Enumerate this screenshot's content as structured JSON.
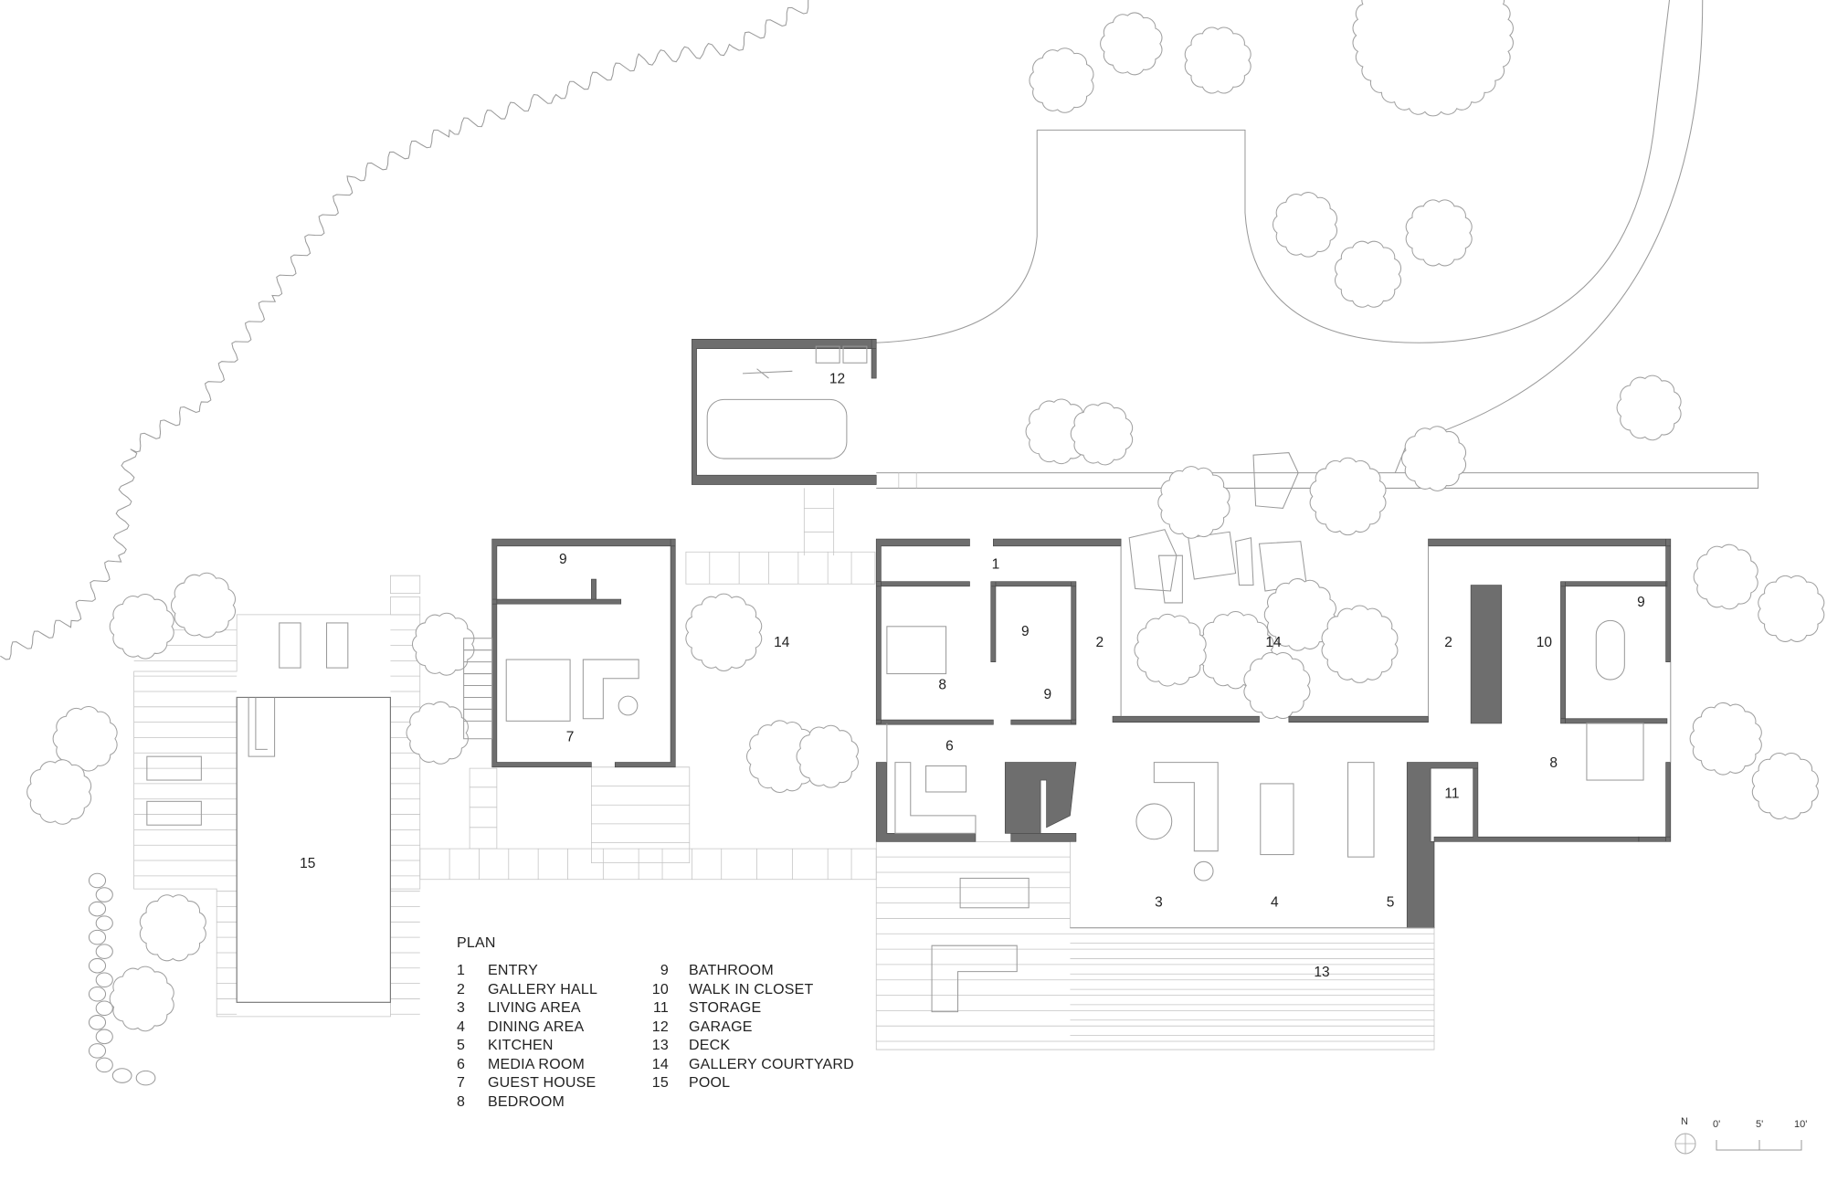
{
  "legend": {
    "title": "PLAN",
    "items": [
      {
        "num": "1",
        "label": "ENTRY"
      },
      {
        "num": "2",
        "label": "GALLERY HALL"
      },
      {
        "num": "3",
        "label": "LIVING AREA"
      },
      {
        "num": "4",
        "label": "DINING AREA"
      },
      {
        "num": "5",
        "label": "KITCHEN"
      },
      {
        "num": "6",
        "label": "MEDIA ROOM"
      },
      {
        "num": "7",
        "label": "GUEST HOUSE"
      },
      {
        "num": "8",
        "label": "BEDROOM"
      },
      {
        "num": "9",
        "label": "BATHROOM"
      },
      {
        "num": "10",
        "label": "WALK IN CLOSET"
      },
      {
        "num": "11",
        "label": "STORAGE"
      },
      {
        "num": "12",
        "label": "GARAGE"
      },
      {
        "num": "13",
        "label": "DECK"
      },
      {
        "num": "14",
        "label": "GALLERY COURTYARD"
      },
      {
        "num": "15",
        "label": "POOL"
      }
    ]
  },
  "room_labels": [
    "12",
    "1",
    "14",
    "9",
    "9",
    "9",
    "2",
    "14",
    "2",
    "10",
    "9",
    "8",
    "7",
    "6",
    "8",
    "11",
    "15",
    "3",
    "4",
    "5",
    "13"
  ],
  "north_arrow": {
    "label": "N",
    "icon": "north-compass-icon"
  },
  "scale_bar": {
    "ticks": [
      "0'",
      "5'",
      "10'"
    ]
  },
  "colors": {
    "wall": "#6e6e6e",
    "line": "#9a9a9a",
    "text": "#222222"
  }
}
